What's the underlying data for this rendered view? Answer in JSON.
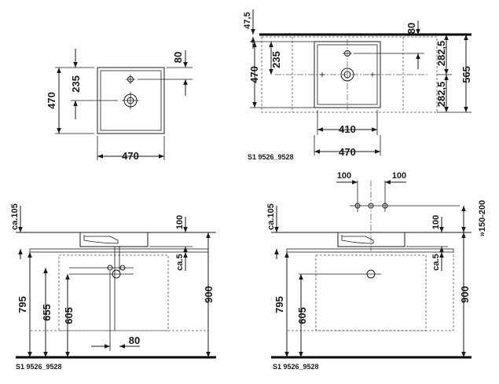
{
  "top_view_small": {
    "dim_width": "470",
    "dim_height": "470",
    "dim_half": "235",
    "dim_offset": "80"
  },
  "top_view_large": {
    "dim_left": "47,5",
    "dim_right_offset": "80",
    "dim_total_height": "565",
    "dim_half_upper": "282,5",
    "dim_half_lower": "282,5",
    "dim_height": "470",
    "dim_half": "235",
    "dim_inner_width": "410",
    "dim_width": "470",
    "caption": "S1 9526_9528"
  },
  "elevation_left": {
    "dim_top": "ca.105",
    "dim_100": "100",
    "dim_ca5": "ca.5",
    "dim_795": "795",
    "dim_655": "655",
    "dim_605": "605",
    "dim_900": "900",
    "dim_80": "80",
    "caption": "S1 9526_9528"
  },
  "elevation_right": {
    "dim_spacing_left": "100",
    "dim_spacing_right": "100",
    "dim_range": "»150-200",
    "dim_top": "ca.105",
    "dim_100": "100",
    "dim_ca5": "ca.5",
    "dim_795": "795",
    "dim_605": "605",
    "dim_900": "900",
    "caption": "S1 9526_9528"
  }
}
